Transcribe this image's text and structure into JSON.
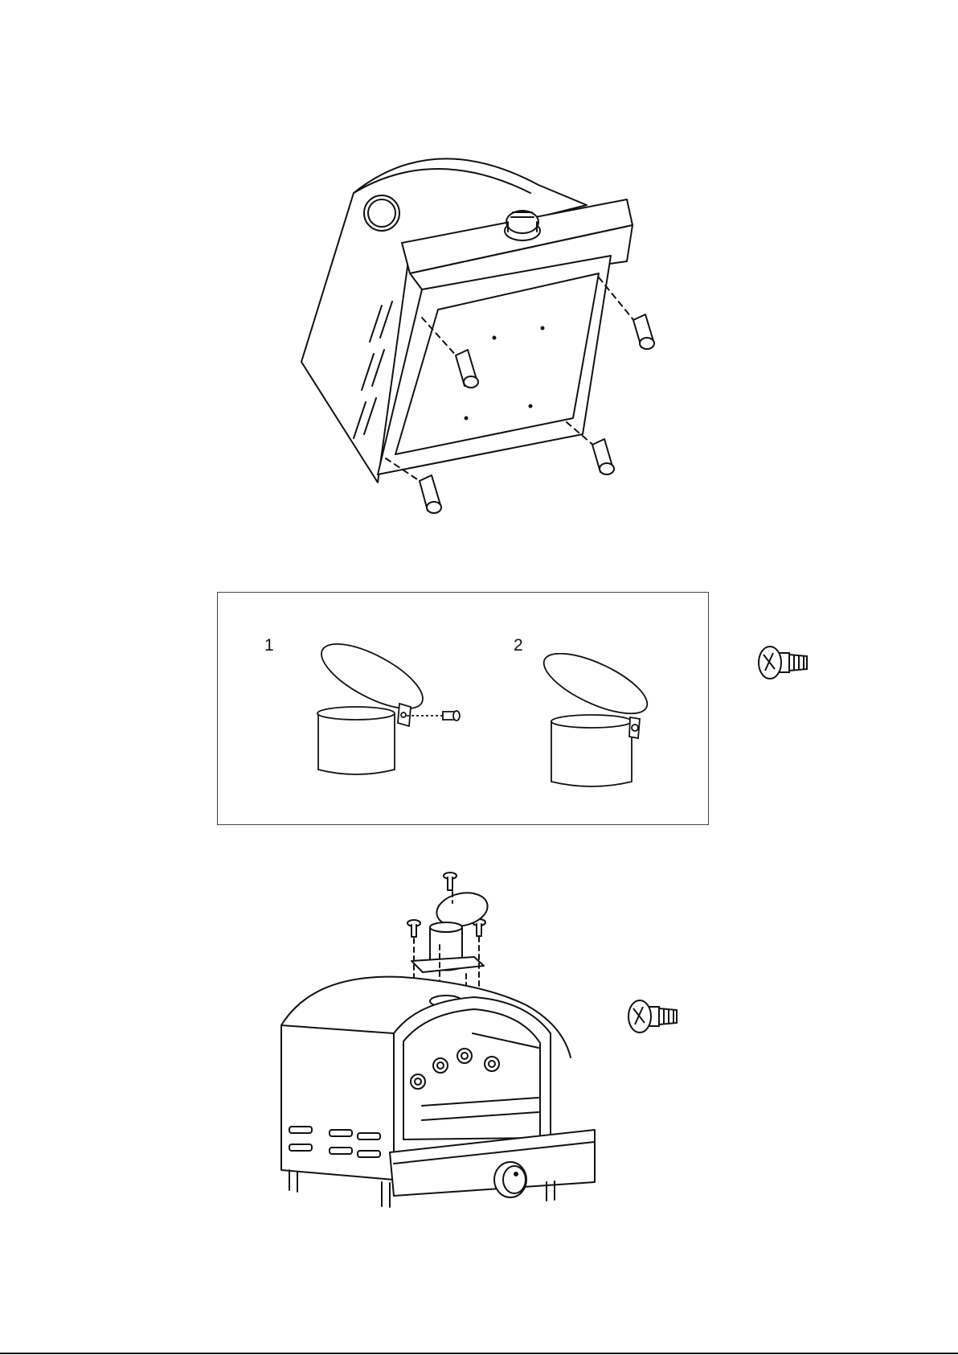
{
  "figures": {
    "oven_underside": {
      "icon": "oven-underside-feet-diagram"
    },
    "chimney_hinge_steps": {
      "steps": [
        {
          "number": "1",
          "icon": "chimney-cap-hinge-screw-insert-diagram"
        },
        {
          "number": "2",
          "icon": "chimney-cap-hinge-assembled-diagram"
        }
      ],
      "fastener_icon": "screw-icon"
    },
    "chimney_mount": {
      "icon": "oven-chimney-mount-diagram",
      "fastener_icon": "screw-icon"
    }
  },
  "colors": {
    "line": "#111111",
    "box_border": "#444444",
    "background": "#ffffff"
  }
}
